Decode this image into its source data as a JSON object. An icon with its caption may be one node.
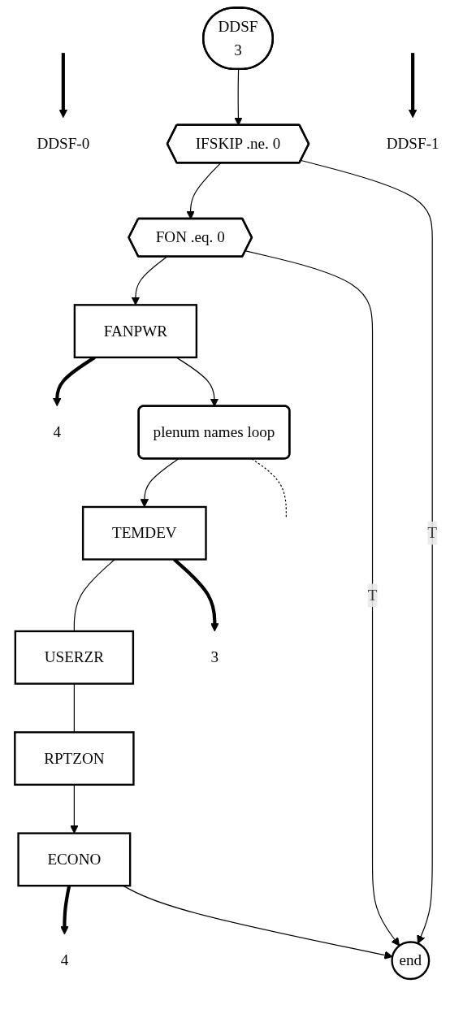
{
  "diagram": {
    "nodes": [
      {
        "text": [
          "DDSF",
          "3"
        ]
      },
      {
        "text": [
          "DDSF-0"
        ]
      },
      {
        "text": [
          "IFSKIP .ne. 0"
        ]
      },
      {
        "text": [
          "FON .eq. 0"
        ]
      },
      {
        "text": [
          "FANPWR"
        ]
      },
      {
        "text": [
          "4"
        ]
      },
      {
        "text": [
          "plenum names loop"
        ]
      },
      {
        "text": [
          "TEMDEV"
        ]
      },
      {
        "text": [
          "USERZR"
        ]
      },
      {
        "text": [
          "RPTZON"
        ]
      },
      {
        "text": [
          "ECONO"
        ]
      },
      {
        "text": [
          "3"
        ]
      },
      {
        "text": [
          "4"
        ]
      },
      {
        "text": [
          "DDSF-1"
        ]
      },
      {
        "text": [
          "end"
        ]
      }
    ],
    "edges": [
      {
        "from": 0,
        "to": 2,
        "arrow": "to"
      },
      {
        "from": null,
        "to": 1,
        "arrow": "to",
        "style": "thick"
      },
      {
        "from": 2,
        "to": 3,
        "arrow": "to"
      },
      {
        "from": 3,
        "to": 4,
        "arrow": "to"
      },
      {
        "from": 4,
        "to": 5,
        "arrow": "to",
        "style": "thick"
      },
      {
        "from": 4,
        "to": 6,
        "arrow": "to"
      },
      {
        "from": 6,
        "to": 7,
        "arrow": "to"
      },
      {
        "from": 7,
        "to": 11,
        "arrow": "to",
        "style": "thick"
      },
      {
        "from": 7,
        "to": 8,
        "arrow": "none"
      },
      {
        "from": 8,
        "to": 9,
        "arrow": "none"
      },
      {
        "from": 6,
        "to": null,
        "arrow": "none",
        "style": "dashed"
      },
      {
        "from": 9,
        "to": 10,
        "arrow": "to"
      },
      {
        "from": 10,
        "to": 12,
        "arrow": "to",
        "style": "thick"
      },
      {
        "from": 10,
        "to": 14,
        "arrow": "to"
      },
      {
        "from": 3,
        "to": 14,
        "label": "T",
        "arrow": "to"
      },
      {
        "from": 2,
        "to": 14,
        "label": "T",
        "arrow": "to"
      },
      {
        "from": null,
        "to": 13,
        "arrow": "to",
        "style": "thick"
      }
    ]
  }
}
